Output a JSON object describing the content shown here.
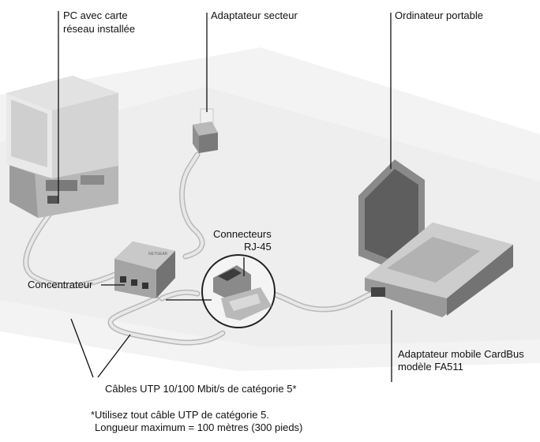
{
  "labels": {
    "pc_line1": "PC avec carte",
    "pc_line2": "réseau installée",
    "power_adapter": "Adaptateur secteur",
    "laptop": "Ordinateur portable",
    "connectors_line1": "Connecteurs",
    "connectors_line2": "RJ-45",
    "hub": "Concentrateur",
    "cardbus_line1": "Adaptateur mobile CardBus",
    "cardbus_line2": "modèle FA511",
    "cables": "Câbles UTP 10/100 Mbit/s de catégorie 5*"
  },
  "footnote": {
    "line1": "*Utilisez tout câble UTP de catégorie 5.",
    "line2": "Longueur maximum = 100 mètres (300 pieds)"
  },
  "device_brand": "NETGEAR",
  "colors": {
    "background": "#ffffff",
    "floor": "#f1f1f1",
    "device_light": "#d6d6d6",
    "device_mid": "#a8a8a8",
    "device_dark": "#6e6e6e",
    "cable": "#c9c9c9",
    "text": "#111111"
  }
}
